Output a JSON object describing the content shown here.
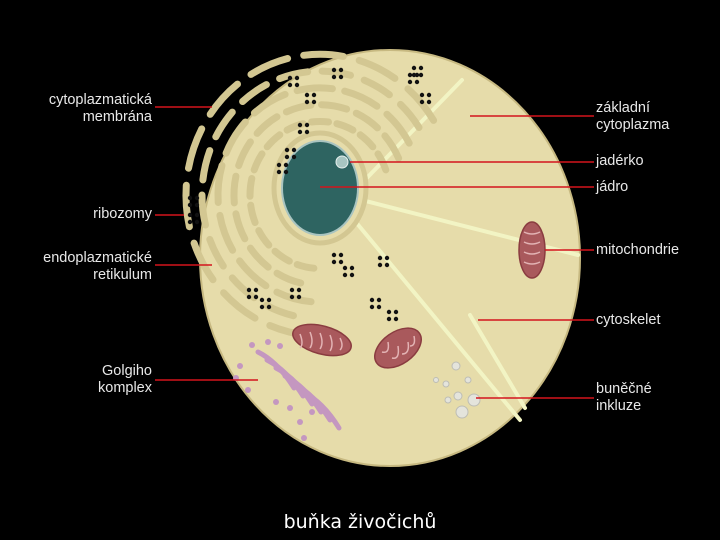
{
  "labels": {
    "cytoplasmic_membrane": [
      "cytoplazmatická",
      "membrána"
    ],
    "ribosomes": [
      "ribozomy"
    ],
    "endoplasmic_reticulum": [
      "endoplazmatické",
      "retikulum"
    ],
    "golgi": [
      "Golgiho",
      "komplex"
    ],
    "basic_cytoplasm": [
      "základní",
      "cytoplazma"
    ],
    "nucleolus": [
      "jadérko"
    ],
    "nucleus": [
      "jádro"
    ],
    "mitochondria": [
      "mitochondrie"
    ],
    "cytoskeleton": [
      "cytoskelet"
    ],
    "inclusions": [
      "buněčné",
      "inkluze"
    ]
  },
  "caption": "buňka živočichů",
  "colors": {
    "background": "#000000",
    "cell": "#e6dcaa",
    "cell_edge": "#cdbf86",
    "er": "#d6cb96",
    "nucleus": "#2e6461",
    "mitochondria": "#a9595c",
    "golgi": "#c497c0",
    "cytoskeleton": "#f0f2c0",
    "leader_line": "#d4141c"
  }
}
